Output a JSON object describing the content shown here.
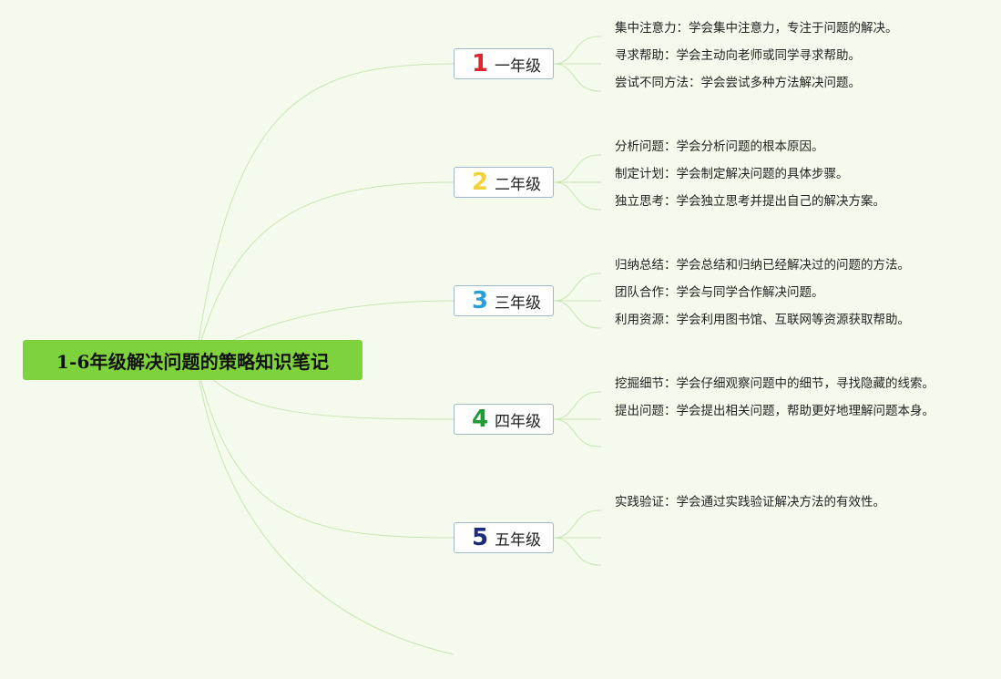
{
  "root": {
    "title": "1-6年级解决问题的策略知识笔记"
  },
  "grades": [
    {
      "number": "1",
      "label": "一年级",
      "color": "#e0242c",
      "items": [
        "集中注意力：学会集中注意力，专注于问题的解决。",
        "寻求帮助：学会主动向老师或同学寻求帮助。",
        "尝试不同方法：学会尝试多种方法解决问题。"
      ]
    },
    {
      "number": "2",
      "label": "二年级",
      "color": "#f2d33a",
      "items": [
        "分析问题：学会分析问题的根本原因。",
        "制定计划：学会制定解决问题的具体步骤。",
        "独立思考：学会独立思考并提出自己的解决方案。"
      ]
    },
    {
      "number": "3",
      "label": "三年级",
      "color": "#2a9fd8",
      "items": [
        "归纳总结：学会总结和归纳已经解决过的问题的方法。",
        "团队合作：学会与同学合作解决问题。",
        "利用资源：学会利用图书馆、互联网等资源获取帮助。"
      ]
    },
    {
      "number": "4",
      "label": "四年级",
      "color": "#1f9a35",
      "items": [
        "挖掘细节：学会仔细观察问题中的细节，寻找隐藏的线索。",
        "提出问题：学会提出相关问题，帮助更好地理解问题本身。"
      ]
    },
    {
      "number": "5",
      "label": "五年级",
      "color": "#1c2b7a",
      "items": [
        "实践验证：学会通过实践验证解决方法的有效性。"
      ]
    }
  ],
  "colors": {
    "background": "#f4fbec",
    "root_fill": "#7ed23c",
    "connector": "#c8e6b6",
    "node_border": "#9fb7c9"
  }
}
